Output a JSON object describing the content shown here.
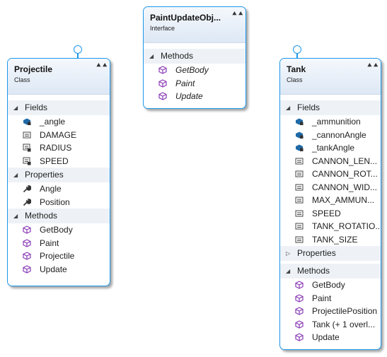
{
  "colors": {
    "border": "#1c97ea",
    "method": "#8a3bb5",
    "field": "#1e6aa8"
  },
  "paint_update": {
    "title": "PaintUpdateObj...",
    "kind": "Interface",
    "methods_label": "Methods",
    "methods": [
      "GetBody",
      "Paint",
      "Update"
    ]
  },
  "projectile": {
    "title": "Projectile",
    "kind": "Class",
    "fields_label": "Fields",
    "fields": [
      "_angle",
      "DAMAGE",
      "RADIUS",
      "SPEED"
    ],
    "properties_label": "Properties",
    "properties": [
      "Angle",
      "Position"
    ],
    "methods_label": "Methods",
    "methods": [
      "GetBody",
      "Paint",
      "Projectile",
      "Update"
    ]
  },
  "tank": {
    "title": "Tank",
    "kind": "Class",
    "fields_label": "Fields",
    "fields": [
      "_ammunition",
      "_cannonAngle",
      "_tankAngle",
      "CANNON_LEN...",
      "CANNON_ROT...",
      "CANNON_WID...",
      "MAX_AMMUN...",
      "SPEED",
      "TANK_ROTATIO...",
      "TANK_SIZE"
    ],
    "properties_label": "Properties",
    "methods_label": "Methods",
    "methods": [
      "GetBody",
      "Paint",
      "ProjectilePosition",
      "Tank (+ 1 overl...",
      "Update"
    ]
  }
}
